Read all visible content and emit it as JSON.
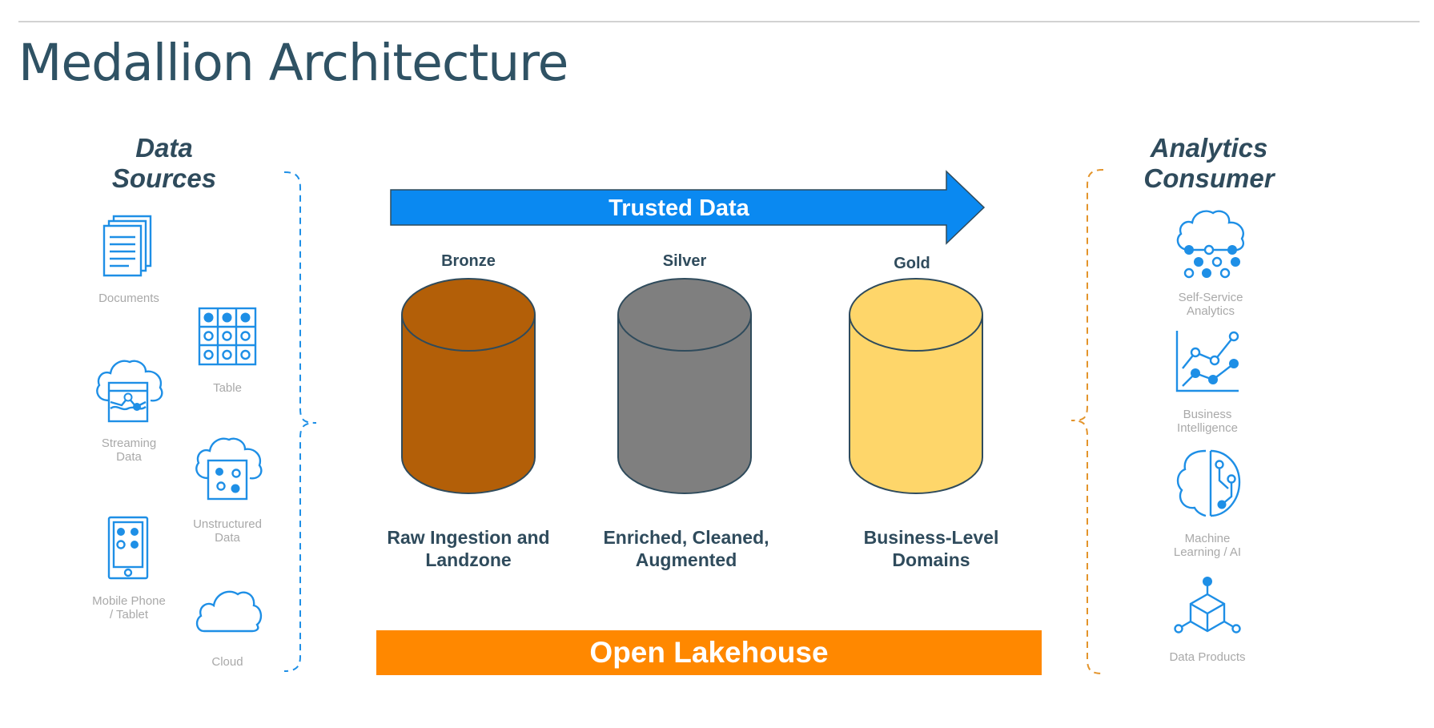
{
  "title": "Medallion Architecture",
  "sources": {
    "heading_line1": "Data",
    "heading_line2": "Sources",
    "items": [
      "Documents",
      "Table",
      "Streaming\nData",
      "Unstructured\nData",
      "Mobile Phone\n/ Tablet",
      "Cloud"
    ],
    "icons": [
      "documents-icon",
      "table-icon",
      "streaming-data-icon",
      "unstructured-data-icon",
      "mobile-phone-icon",
      "cloud-icon"
    ]
  },
  "flow": {
    "arrow_label": "Trusted Data",
    "tiers": [
      {
        "name": "Bronze",
        "description": "Raw Ingestion and\nLandzone",
        "color": "#b35f08"
      },
      {
        "name": "Silver",
        "description": "Enriched, Cleaned,\nAugmented",
        "color": "#7f7f7f"
      },
      {
        "name": "Gold",
        "description": "Business-Level\nDomains",
        "color": "#fed66a"
      }
    ],
    "banner": "Open Lakehouse"
  },
  "consumers": {
    "heading_line1": "Analytics",
    "heading_line2": "Consumer",
    "items": [
      "Self-Service\nAnalytics",
      "Business\nIntelligence",
      "Machine\nLearning / AI",
      "Data Products"
    ],
    "icons": [
      "self-service-analytics-icon",
      "business-intelligence-icon",
      "machine-learning-icon",
      "data-products-icon"
    ]
  },
  "colors": {
    "arrow": "#0a89f1",
    "banner": "#ff8800",
    "icon_blue": "#1e8fe6",
    "left_brace": "#1e8fe6",
    "right_brace": "#e3942b",
    "heading_text": "#2f4b5c"
  }
}
